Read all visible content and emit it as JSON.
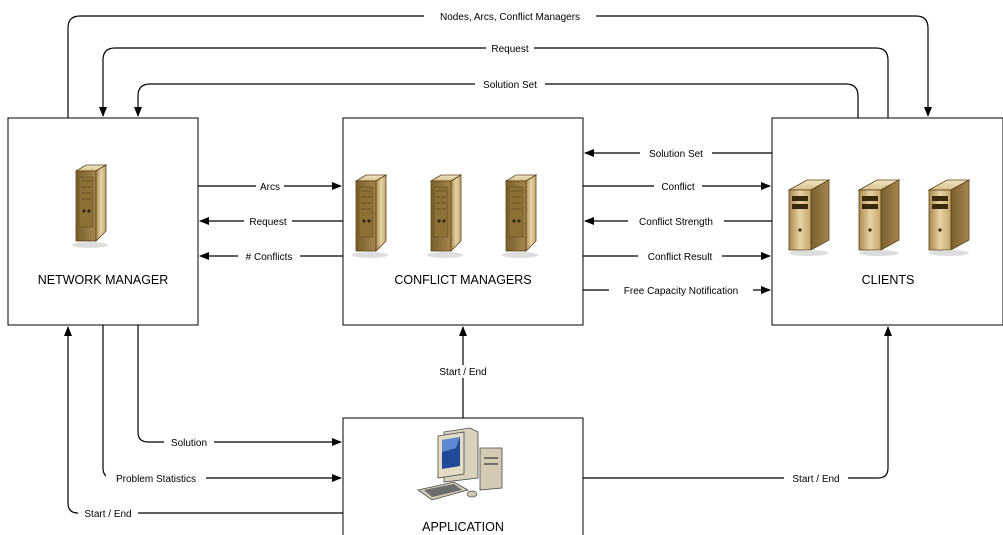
{
  "nodes": {
    "network_manager": "NETWORK MANAGER",
    "conflict_managers": "CONFLICT MANAGERS",
    "clients": "CLIENTS",
    "application": "APPLICATION"
  },
  "edges": {
    "top_nodes_arcs": "Nodes, Arcs, Conflict Managers",
    "top_request": "Request",
    "top_solution_set": "Solution Set",
    "nm_cm_arcs": "Arcs",
    "cm_nm_request": "Request",
    "cm_nm_conflicts": "# Conflicts",
    "cl_cm_solution_set": "Solution Set",
    "cm_cl_conflict": "Conflict",
    "cl_cm_conflict_strength": "Conflict Strength",
    "cm_cl_conflict_result": "Conflict Result",
    "cm_cl_free_capacity": "Free Capacity Notification",
    "app_cm_start_end": "Start / End",
    "nm_app_solution": "Solution",
    "nm_app_problem_statistics": "Problem Statistics",
    "app_nm_start_end": "Start / End",
    "app_cl_start_end": "Start / End"
  }
}
